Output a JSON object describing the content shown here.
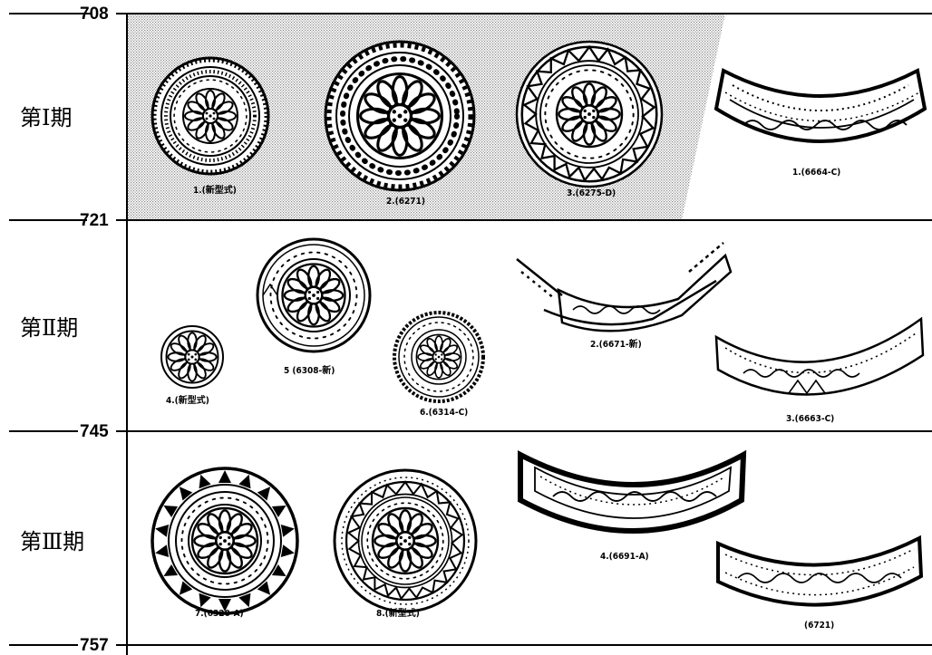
{
  "timeline": {
    "years": [
      "708",
      "721",
      "745",
      "757"
    ],
    "periods": [
      "第Ⅰ期",
      "第Ⅱ期",
      "第Ⅲ期"
    ]
  },
  "captions": {
    "p1_round_1": "1.(新型式)",
    "p1_round_2": "2.(6271)",
    "p1_round_3": "3.(6275-D)",
    "p1_flat_1": "1.(6664-C)",
    "p2_round_4": "4.(新型式)",
    "p2_round_5": "5 (6308-新)",
    "p2_round_6": "6.(6314-C)",
    "p2_flat_2": "2.(6671-新)",
    "p2_flat_3": "3.(6663-C)",
    "p3_round_7": "7.(6320-A)",
    "p3_round_8": "8.(新型式)",
    "p3_flat_4": "4.(6691-A)",
    "p3_flat_5": "(6721)"
  }
}
